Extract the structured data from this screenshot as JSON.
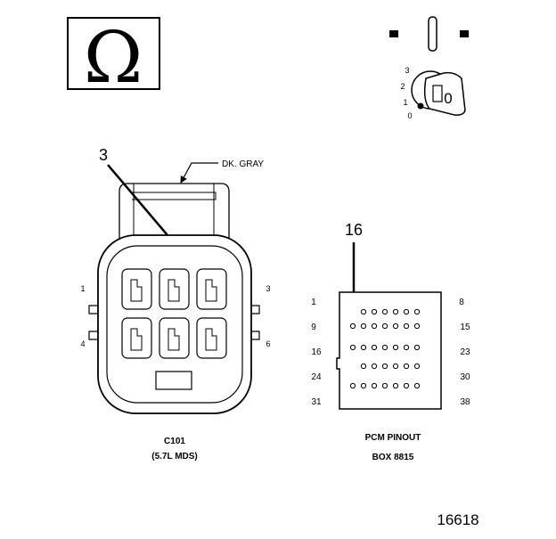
{
  "ohm_symbol": "Ω",
  "ignition": {
    "positions": [
      "3",
      "2",
      "1",
      "0"
    ],
    "key_label": "0"
  },
  "connector": {
    "callout_number": "3",
    "wire_color_label": "DK. GRAY",
    "pin_labels": [
      "1",
      "3",
      "4",
      "6"
    ],
    "name": "C101",
    "subtitle": "(5.7L MDS)"
  },
  "pcm": {
    "callout_number": "16",
    "left_row_labels": [
      "1",
      "9",
      "16",
      "24",
      "31"
    ],
    "right_row_labels": [
      "8",
      "15",
      "23",
      "30",
      "38"
    ],
    "title": "PCM PINOUT",
    "subtitle": "BOX 8815"
  },
  "figure_number": "16618",
  "colors": {
    "ink": "#000000",
    "paper": "#ffffff"
  }
}
